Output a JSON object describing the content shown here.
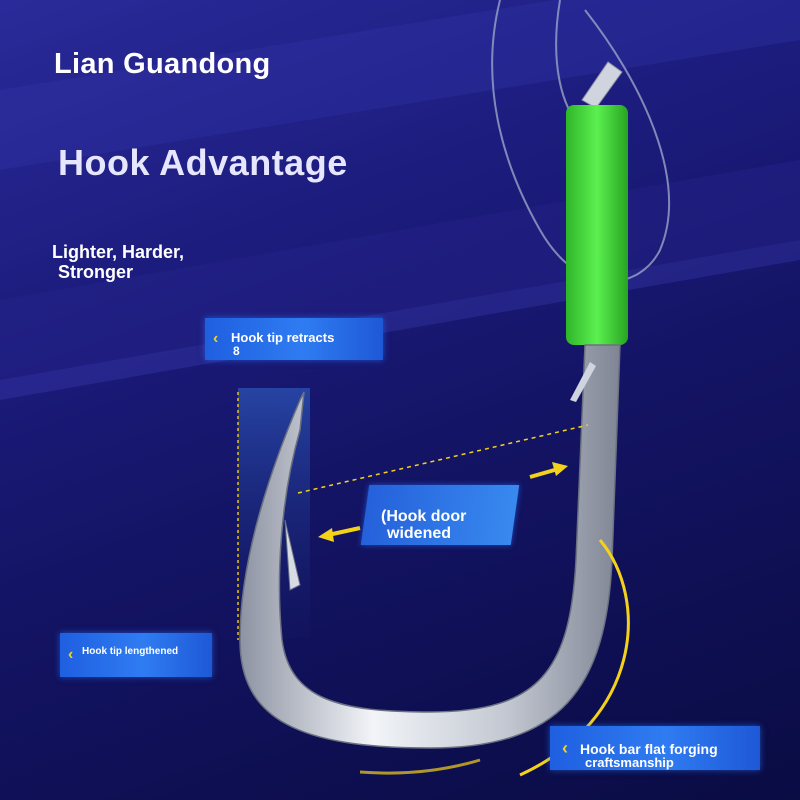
{
  "header": {
    "brand": "Lian Guandong",
    "headline": "Hook Advantage",
    "subline_1": "Lighter, Harder,",
    "subline_2": "Stronger"
  },
  "callouts": {
    "tip_retracts": {
      "line_1": "Hook tip retracts",
      "line_2": "8"
    },
    "tip_lengthened": {
      "label": "Hook tip lengthened"
    },
    "door_widened": {
      "line_1": "(Hook door",
      "line_2": "widened"
    },
    "bar_forging": {
      "line_1": "Hook bar flat forging",
      "line_2": "craftsmanship"
    }
  },
  "icons": {
    "callout_marker": "chevron-left-icon",
    "direction_arrow": "arrow-icon"
  },
  "colors": {
    "background": "#17176e",
    "hook_steel": "#c8ccd6",
    "sleeve_green": "#3fd13a",
    "accent_yellow": "#f5d21a",
    "callout_blue": "#2a72ee"
  }
}
